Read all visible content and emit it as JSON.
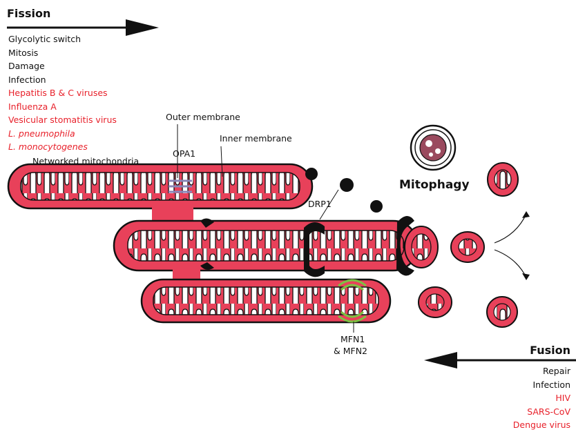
{
  "fission": {
    "title": "Fission",
    "causes": [
      {
        "text": "Glycolytic switch",
        "color": "#111111",
        "italic": false
      },
      {
        "text": "Mitosis",
        "color": "#111111",
        "italic": false
      },
      {
        "text": "Damage",
        "color": "#111111",
        "italic": false
      },
      {
        "text": "Infection",
        "color": "#111111",
        "italic": false
      },
      {
        "text": "Hepatitis B & C viruses",
        "color": "#e8202a",
        "italic": false
      },
      {
        "text": "Influenza A",
        "color": "#e8202a",
        "italic": false
      },
      {
        "text": "Vesicular stomatitis virus",
        "color": "#e8202a",
        "italic": false
      },
      {
        "text": "L. pneumophila",
        "color": "#e8202a",
        "italic": true
      },
      {
        "text": "L. monocytogenes",
        "color": "#e8202a",
        "italic": true
      }
    ]
  },
  "fusion": {
    "title": "Fusion",
    "causes": [
      {
        "text": "Repair",
        "color": "#111111",
        "italic": false
      },
      {
        "text": "Infection",
        "color": "#111111",
        "italic": false
      },
      {
        "text": "HIV",
        "color": "#e8202a",
        "italic": false
      },
      {
        "text": "SARS-CoV",
        "color": "#e8202a",
        "italic": false
      },
      {
        "text": "Dengue virus",
        "color": "#e8202a",
        "italic": false
      }
    ]
  },
  "labels": {
    "outer_membrane": "Outer membrane",
    "inner_membrane": "Inner membrane",
    "opa1": "OPA1",
    "networked": "Networked mitochondria",
    "drp1": "DRP1",
    "mfn_line1": "MFN1",
    "mfn_line2": "& MFN2",
    "mitophagy": "Mitophagy"
  },
  "colors": {
    "mitochondria": "#e8415a",
    "outline": "#111111",
    "virus_text": "#e8202a",
    "opa1": "#8a86b8",
    "mfn": "#7cc142",
    "mitophagy_fill": "#9a4a5e"
  }
}
